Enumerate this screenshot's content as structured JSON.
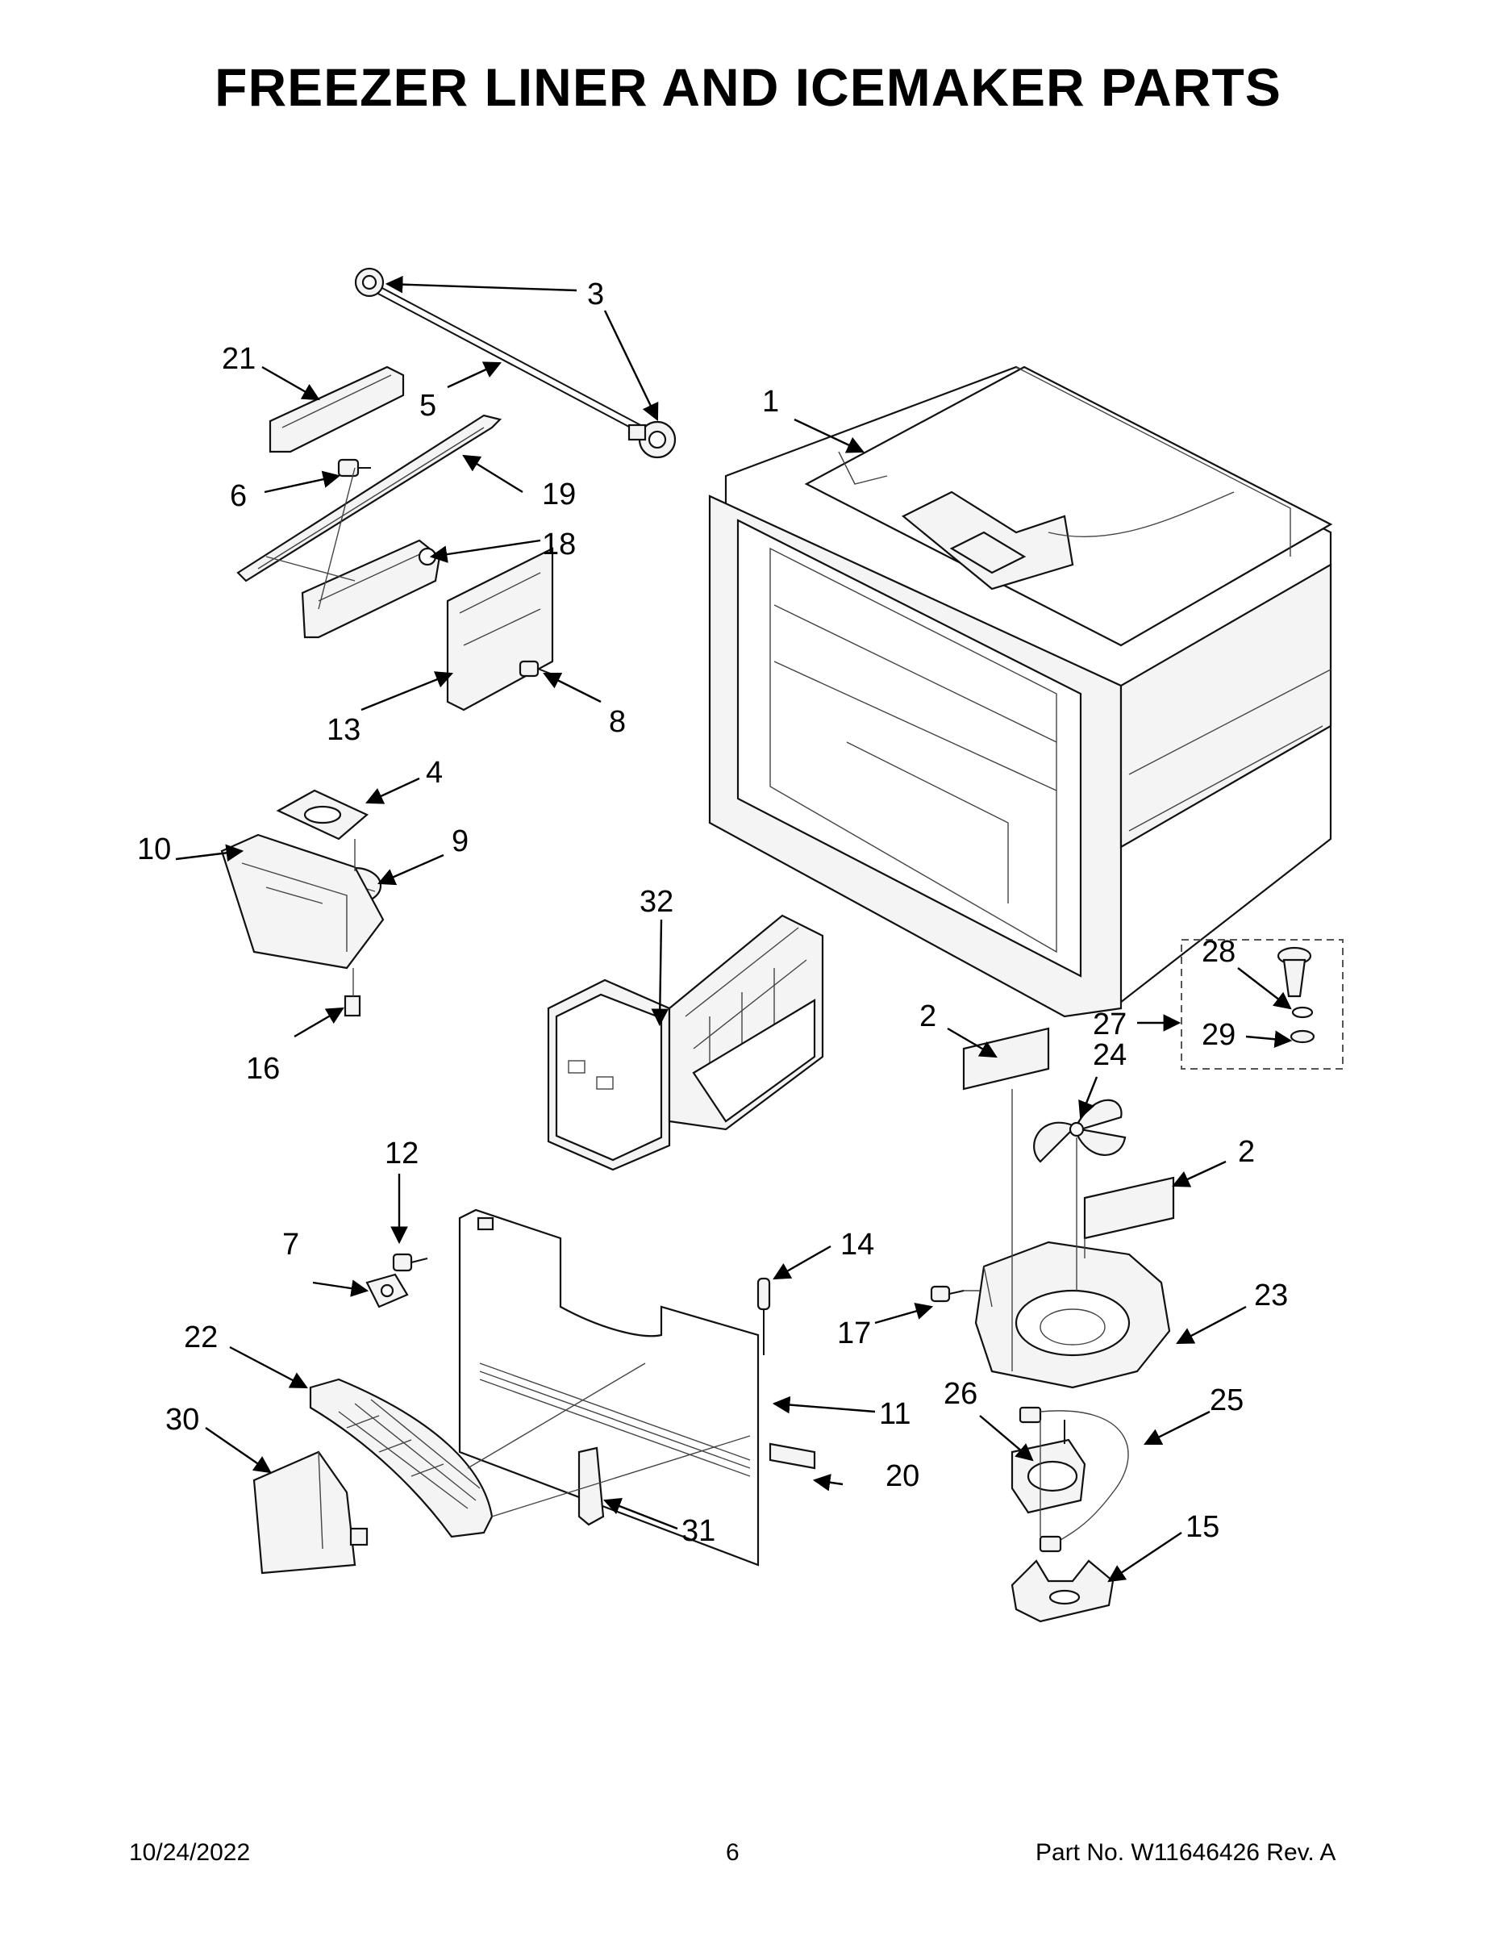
{
  "title": "FREEZER LINER AND ICEMAKER PARTS",
  "footer": {
    "date": "10/24/2022",
    "page": "6",
    "part_no": "Part No.  W11646426  Rev.  A"
  },
  "callouts": {
    "c1": "1",
    "c2a": "2",
    "c2b": "2",
    "c3": "3",
    "c4": "4",
    "c5": "5",
    "c6": "6",
    "c7": "7",
    "c8": "8",
    "c9": "9",
    "c10": "10",
    "c11": "11",
    "c12": "12",
    "c13": "13",
    "c14": "14",
    "c15": "15",
    "c16": "16",
    "c17": "17",
    "c18": "18",
    "c19": "19",
    "c20": "20",
    "c21": "21",
    "c22": "22",
    "c23": "23",
    "c24": "24",
    "c25": "25",
    "c26": "26",
    "c27": "27",
    "c28": "28",
    "c29": "29",
    "c30": "30",
    "c31": "31",
    "c32": "32"
  }
}
